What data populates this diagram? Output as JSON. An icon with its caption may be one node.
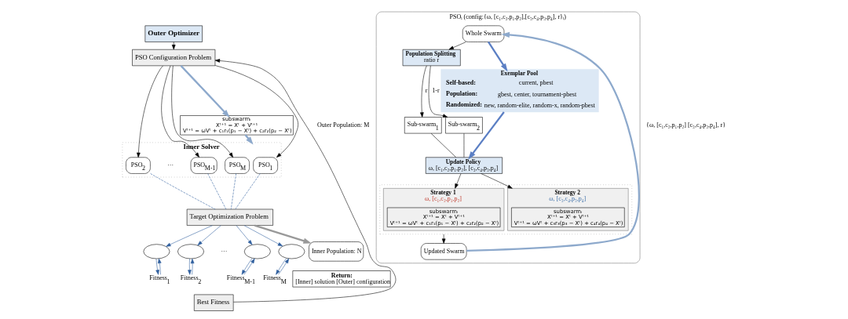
{
  "diagram": {
    "nodes": [
      {
        "text": [
          "Outer Optimizer"
        ]
      },
      {
        "text": [
          "PSO Configuration Problem"
        ]
      },
      {
        "text": [
          "Inner Solver"
        ]
      },
      {
        "text": [
          "PSO$_{1}$"
        ],
        "in": 2
      },
      {
        "text": [
          "PSO$_{2}$"
        ],
        "in": 2
      },
      {
        "text": [
          "PSO$_{M-1}$"
        ],
        "in": 2
      },
      {
        "text": [
          "PSO$_{M}$"
        ],
        "in": 2
      },
      {
        "text": [
          "Target Optimization Problem"
        ]
      },
      {
        "text": [],
        "shape": "ellipse"
      },
      {
        "text": [],
        "shape": "ellipse"
      },
      {
        "text": [],
        "shape": "ellipse"
      },
      {
        "text": [],
        "shape": "ellipse"
      },
      {
        "text": [
          "Fitness$_{1}$"
        ]
      },
      {
        "text": [
          "Fitness$_{2}$"
        ]
      },
      {
        "text": [
          "Fitness$_{M-1}$"
        ]
      },
      {
        "text": [
          "Fitness$_{M}$"
        ]
      },
      {
        "text": [
          "Best Fitness"
        ]
      },
      {
        "text": [
          "subswarmᵢ",
          "Xᵗ⁺¹ = Xᵗ + Vᵗ⁺¹",
          "Vᵗ⁺¹ = ωVᵗ + c₁r₁(p₁ − Xᵗ) + c₂r₂(p₂ − Xᵗ)"
        ]
      },
      {
        "text": [
          "Inner Population: N"
        ]
      },
      {
        "text": [
          "Return:",
          "[Inner] solution [Outer] configuration"
        ]
      },
      {
        "text": [
          "PSOᵢ (config:{ω, [c₁,c₂,p₁,p₂],[c₃,c₄,p₃,p₄], r}ᵢ)"
        ]
      },
      {
        "text": [
          "Whole Swarm"
        ],
        "in": 20
      },
      {
        "text": [
          "Population Splitting",
          "ratio r"
        ],
        "in": 20
      },
      {
        "text": [
          "Sub-swarm$_{1}$"
        ],
        "in": 20
      },
      {
        "text": [
          "Sub-swarm$_{2}$"
        ],
        "in": 20
      },
      {
        "text": [
          "Exemplar Pool",
          "**Self-based:** current, pbest",
          "**Population:** gbest, center, tournament-pbest",
          "**Randomized:** new, random-elite, random-x, random-pbest"
        ],
        "in": 20
      },
      {
        "text": [
          "Update Policy",
          "ω, [c₁,c₂,p₁,p₂], [c₃,c₄,p₃,p₄]"
        ],
        "in": 20
      },
      {
        "text": [],
        "shape": "box",
        "in": 20
      },
      {
        "text": [
          "Strategy 1",
          "ω, [c₁,c₂,p₁,p₂]"
        ],
        "in": 27
      },
      {
        "text": [
          "subswarmᵢ",
          "Xᵗ⁺¹ = Xᵗ + Vᵗ⁺¹",
          "Vᵗ⁺¹ = ωVᵗ + c₁r₁(p₁ − Xᵗ) + c₂r₂(p₂ − Xᵗ)"
        ],
        "in": 28
      },
      {
        "text": [
          "Strategy 2",
          "ω, [c₃,c₄,p₃,p₄]"
        ],
        "in": 27
      },
      {
        "text": [
          "subswarmᵢ",
          "Xᵗ⁺¹ = Xᵗ + Vᵗ⁺¹",
          "Vᵗ⁺¹ = ωVᵗ + c₃r₃(p₃ − Xᵗ) + c₄r₄(p₄ − Xᵗ)"
        ],
        "in": 30
      },
      {
        "text": [
          "Updated Swarm"
        ],
        "in": 20
      }
    ],
    "edges": [
      {
        "from": 0,
        "to": 1,
        "arrow": "to",
        "color": "#000000"
      },
      {
        "from": 1,
        "to": 3,
        "arrow": "to",
        "color": "#000000"
      },
      {
        "from": 1,
        "to": 4,
        "arrow": "to",
        "color": "#000000"
      },
      {
        "from": 1,
        "to": 5,
        "arrow": "to",
        "color": "#000000"
      },
      {
        "from": 1,
        "to": 6,
        "arrow": "to",
        "color": "#000000"
      },
      {
        "from": 1,
        "to": 17,
        "arrow": "to",
        "style": "thick",
        "color": "#8da9cc"
      },
      {
        "from": 17,
        "to": 2,
        "arrow": "to",
        "style": "thick",
        "color": "#8da9cc"
      },
      {
        "from": 3,
        "to": 7,
        "arrow": "none",
        "style": "dashed",
        "color": "#2f5f9e"
      },
      {
        "from": 4,
        "to": 7,
        "arrow": "none",
        "style": "dashed",
        "color": "#2f5f9e"
      },
      {
        "from": 5,
        "to": 7,
        "arrow": "none",
        "style": "dashed",
        "color": "#2f5f9e"
      },
      {
        "from": 6,
        "to": 7,
        "arrow": "none",
        "style": "dashed",
        "color": "#2f5f9e"
      },
      {
        "from": 7,
        "to": 8,
        "arrow": "to",
        "color": "#2f5f9e"
      },
      {
        "from": 7,
        "to": 9,
        "arrow": "to",
        "color": "#2f5f9e"
      },
      {
        "from": 7,
        "to": 10,
        "arrow": "to",
        "color": "#2f5f9e"
      },
      {
        "from": 7,
        "to": 11,
        "arrow": "to",
        "color": "#2f5f9e"
      },
      {
        "from": 8,
        "to": 12,
        "arrow": "to",
        "color": "#2f5f9e"
      },
      {
        "from": 9,
        "to": 13,
        "arrow": "to",
        "color": "#2f5f9e"
      },
      {
        "from": 10,
        "to": 14,
        "arrow": "to",
        "color": "#2f5f9e"
      },
      {
        "from": 11,
        "to": 15,
        "arrow": "to",
        "color": "#2f5f9e"
      },
      {
        "from": 12,
        "to": 8,
        "arrow": "to",
        "color": "#2f5f9e"
      },
      {
        "from": 13,
        "to": 9,
        "arrow": "to",
        "color": "#2f5f9e"
      },
      {
        "from": 14,
        "to": 10,
        "arrow": "to",
        "color": "#2f5f9e"
      },
      {
        "from": 15,
        "to": 11,
        "arrow": "to",
        "color": "#2f5f9e"
      },
      {
        "from": 16,
        "to": 1,
        "arrow": "to",
        "color": "#000000"
      },
      {
        "from": 7,
        "to": 18,
        "arrow": "to",
        "style": "thick",
        "color": "#999999"
      },
      {
        "from": 21,
        "to": 22,
        "arrow": "to",
        "color": "#000000"
      },
      {
        "from": 22,
        "to": 23,
        "arrow": "to",
        "label": "r",
        "color": "#000000"
      },
      {
        "from": 22,
        "to": 24,
        "arrow": "to",
        "label": "1-r",
        "color": "#000000"
      },
      {
        "from": 23,
        "to": 26,
        "arrow": "none",
        "color": "#000000"
      },
      {
        "from": 24,
        "to": 26,
        "arrow": "none",
        "color": "#000000"
      },
      {
        "from": 21,
        "to": 25,
        "arrow": "to",
        "style": "thick",
        "color": "#5b7fc4"
      },
      {
        "from": 25,
        "to": 26,
        "arrow": "to",
        "style": "thick",
        "color": "#5b7fc4"
      },
      {
        "from": 26,
        "to": 28,
        "arrow": "to",
        "color": "#000000"
      },
      {
        "from": 26,
        "to": 30,
        "arrow": "to",
        "color": "#000000"
      },
      {
        "from": 27,
        "to": 32,
        "arrow": "to",
        "color": "#000000"
      },
      {
        "from": 32,
        "to": 21,
        "arrow": "to",
        "style": "thick",
        "color": "#8da9cc"
      }
    ],
    "labels": [
      "{ω, [c₁,c₂,p₁,p₂] [c₃,c₄,p₃,p₄], r}",
      "Outer Population: M",
      "···",
      "···"
    ]
  }
}
